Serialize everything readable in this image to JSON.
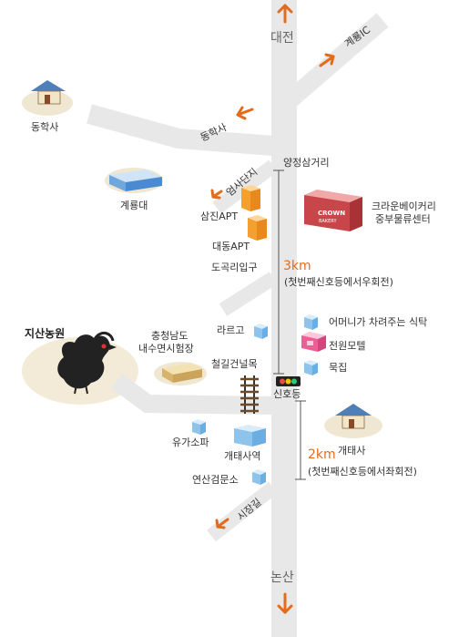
{
  "map": {
    "directions": {
      "north": "대전",
      "south": "논산",
      "gyeryong_ic": "계룡IC",
      "donghaksa_road": "동학사",
      "amsadanji_road": "엄사단지",
      "sijang_road": "시장길"
    },
    "places": {
      "donghaksa": "동학사",
      "gyeryongdae": "계룡대",
      "yangjeong": "양정삼거리",
      "samjin": "삼진APT",
      "daedong": "대동APT",
      "dokori": "도곡리입구",
      "bakery_line1": "크라운베이커리",
      "bakery_line2": "중부물류센터",
      "larago": "라르고",
      "office_line1": "충청남도",
      "office_line2": "내수면시험장",
      "railway_crossing": "철길건널목",
      "mother_restaurant": "어머니가 차려주는 식탁",
      "jeonwon_motel": "전원모텔",
      "mukjip": "묵집",
      "signal": "신호등",
      "yuga_sofa": "유가소파",
      "gaetae_station": "개태사역",
      "gaetaesa": "개태사",
      "yeonsan_office": "연산검문소",
      "farm": "지산농원"
    },
    "distances": {
      "north_value": "3km",
      "north_note": "(첫번째신호등에서우회전)",
      "south_value": "2km",
      "south_note": "(첫번째신호등에서좌회전)"
    },
    "logos": {
      "crown_line1": "CROWN",
      "crown_line2": "BAKERY"
    },
    "colors": {
      "road": "#e8e8e8",
      "arrow": "#e36b1d",
      "distance_text": "#e36b1d"
    }
  }
}
